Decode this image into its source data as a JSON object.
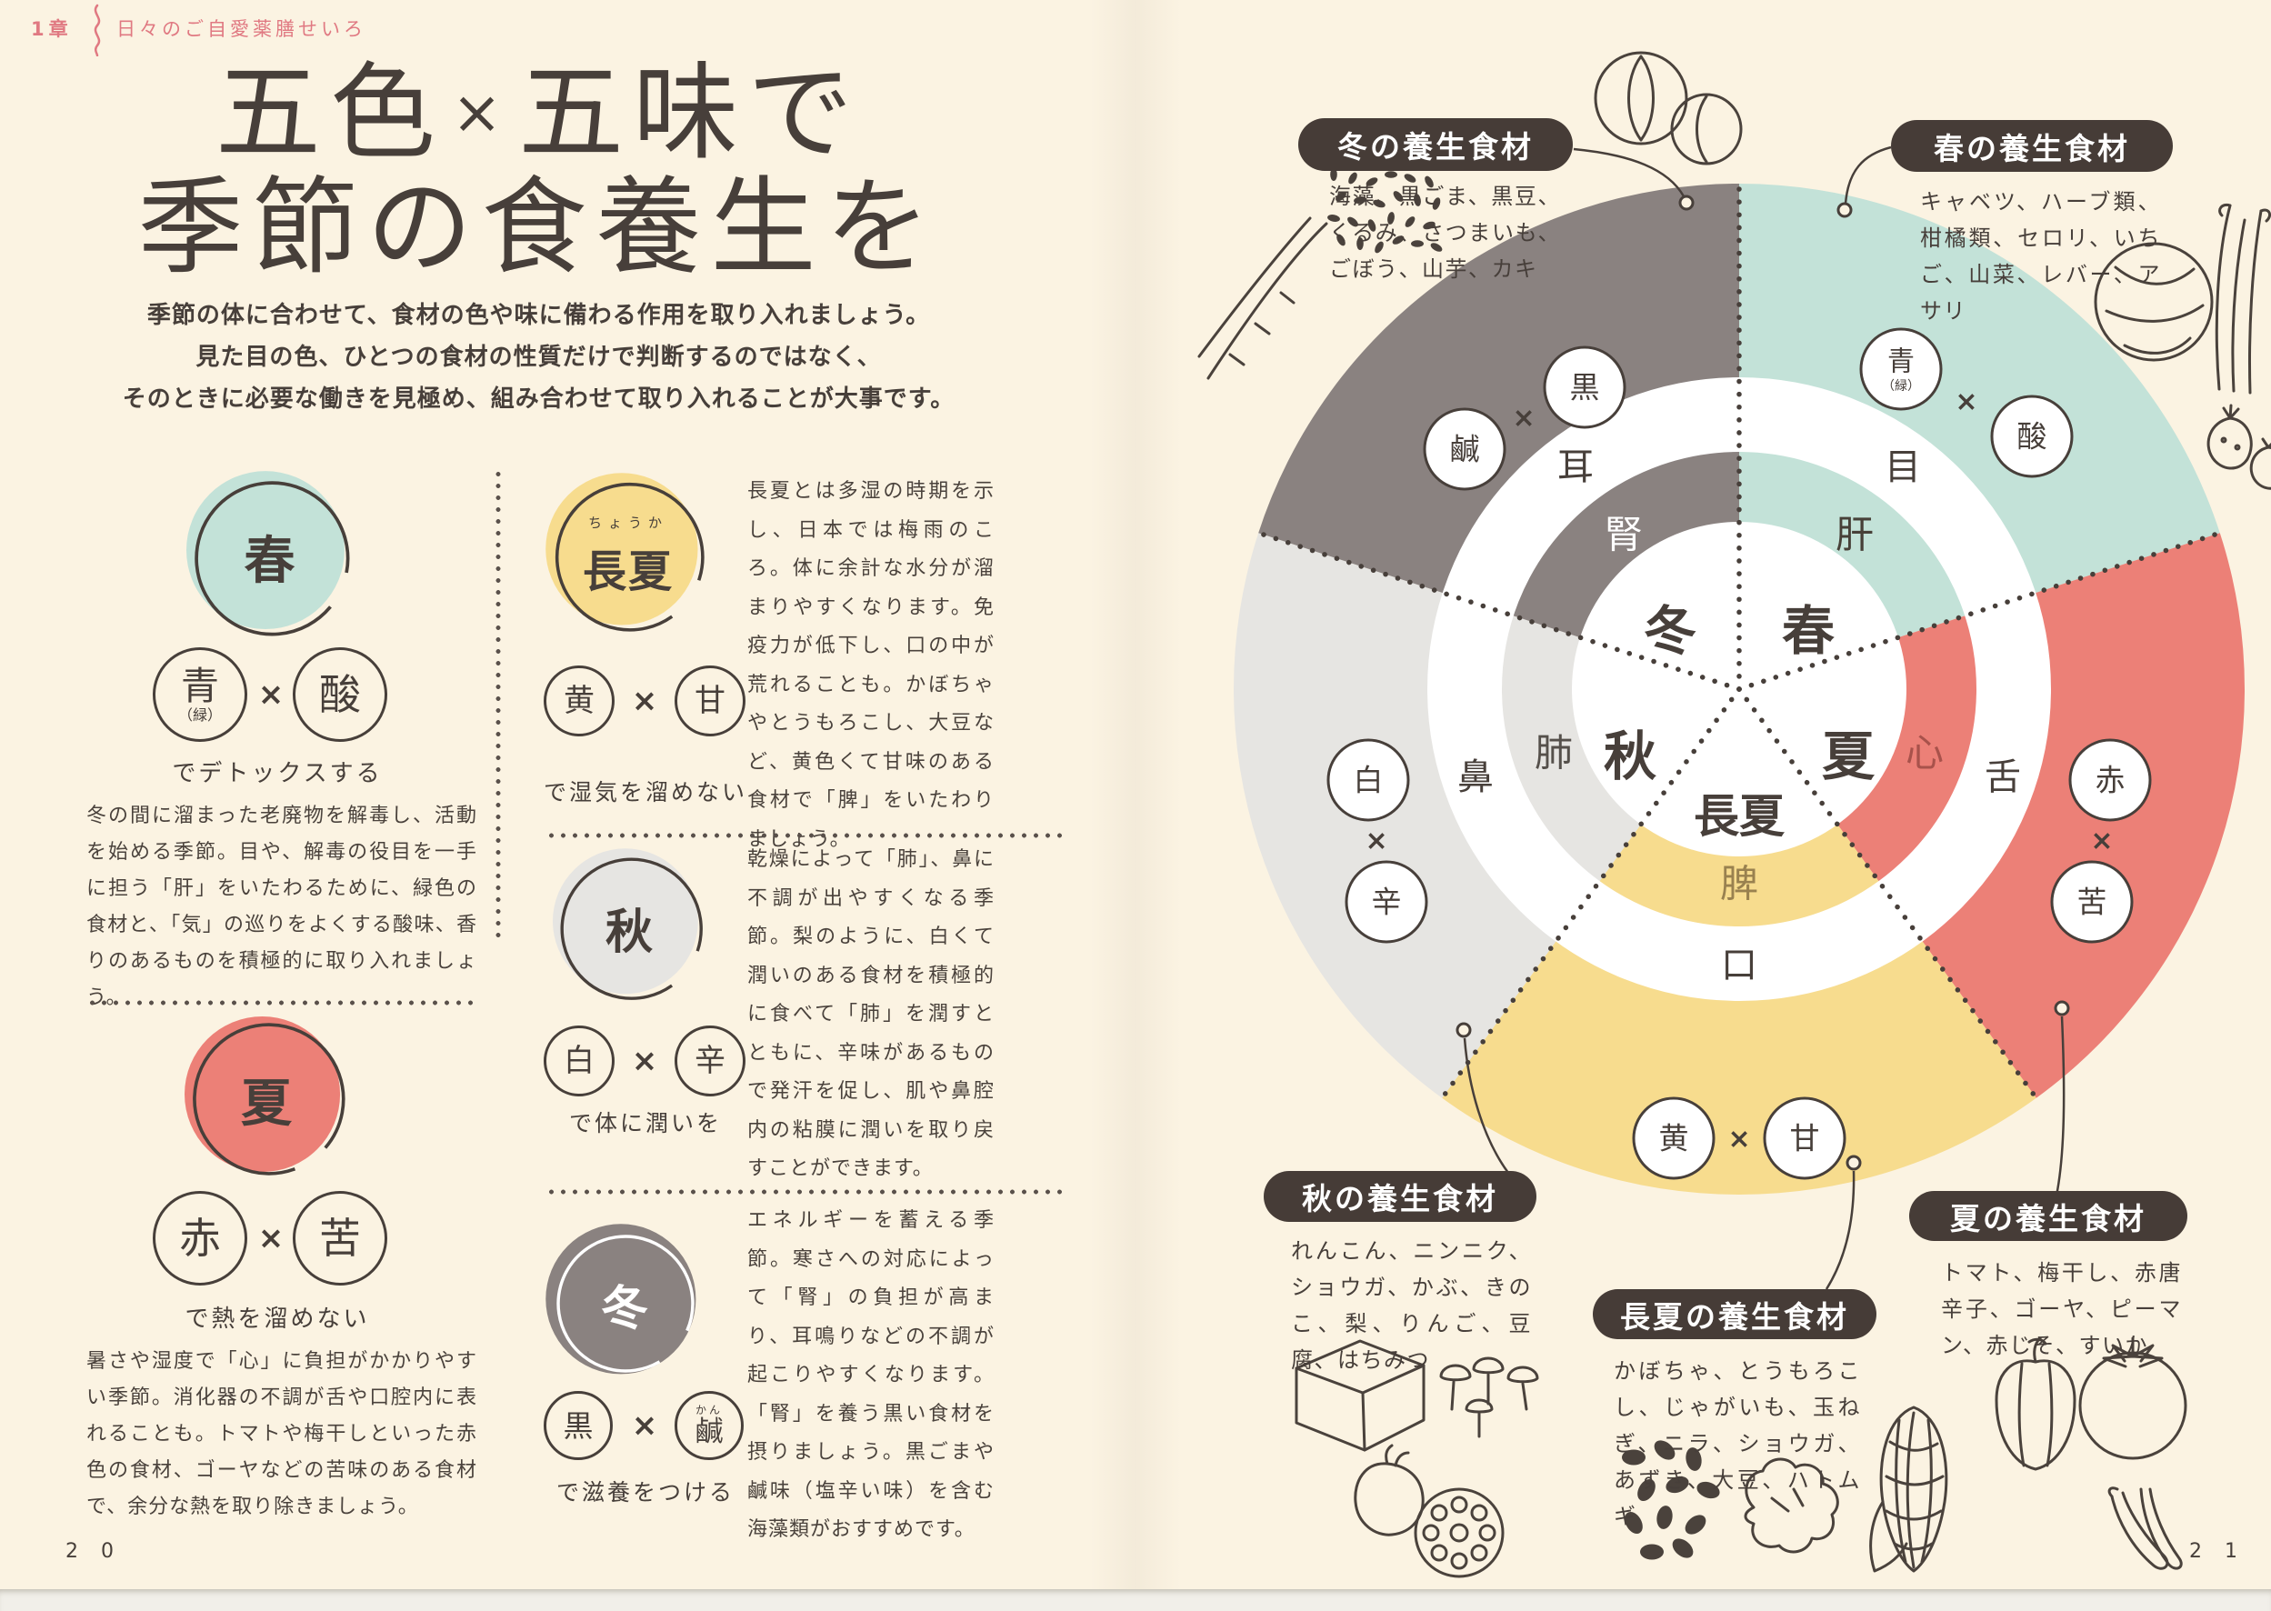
{
  "symbols": {
    "x": "×"
  },
  "palette": {
    "background": "#fbf3e2",
    "ink": "#473f3a",
    "pink": "#e07982",
    "pill_dark": "#463c37",
    "spring_teal": "#c3e2d8",
    "summer_red": "#ec8077",
    "choka_yellow": "#f7dc8e",
    "autumn_grey": "#e6e5e2",
    "winter_grey": "#8a8280"
  },
  "header": {
    "chapter": "1章",
    "series": "日々のご自愛薬膳せいろ"
  },
  "left_page": {
    "title": {
      "a": "五色",
      "x": "×",
      "b": "五味で",
      "line2": "季節の食養生を"
    },
    "intro": [
      "季節の体に合わせて、食材の色や味に備わる作用を取り入れましょう。",
      "見た目の色、ひとつの食材の性質だけで判断するのではなく、",
      "そのときに必要な働きを見極め、組み合わせて取り入れることが大事です。"
    ],
    "sections": {
      "spring": {
        "season": "春",
        "color_char": "青",
        "color_note": "（緑）",
        "taste_char": "酸",
        "effect": "でデトックスする",
        "desc": "冬の間に溜まった老廃物を解毒し、活動を始める季節。目や、解毒の役目を一手に担う「肝」をいたわるために、緑色の食材と、「気」の巡りをよくする酸味、香りのあるものを積極的に取り入れましょう。"
      },
      "summer": {
        "season": "夏",
        "color_char": "赤",
        "taste_char": "苦",
        "effect": "で熱を溜めない",
        "desc": "暑さや湿度で「心」に負担がかかりやすい季節。消化器の不調が舌や口腔内に表れることも。トマトや梅干しといった赤色の食材、ゴーヤなどの苦味のある食材で、余分な熱を取り除きましょう。"
      },
      "choka": {
        "season": "長夏",
        "furigana": "ちょうか",
        "color_char": "黄",
        "taste_char": "甘",
        "effect": "で湿気を溜めない",
        "desc": "長夏とは多湿の時期を示し、日本では梅雨のころ。体に余計な水分が溜まりやすくなります。免疫力が低下し、口の中が荒れることも。かぼちゃやとうもろこし、大豆など、黄色くて甘味のある食材で「脾」をいたわりましょう。"
      },
      "autumn": {
        "season": "秋",
        "color_char": "白",
        "taste_char": "辛",
        "effect": "で体に潤いを",
        "desc": "乾燥によって「肺」、鼻に不調が出やすくなる季節。梨のように、白くて潤いのある食材を積極的に食べて「肺」を潤すとともに、辛味があるもので発汗を促し、肌や鼻腔内の粘膜に潤いを取り戻すことができます。"
      },
      "winter": {
        "season": "冬",
        "color_char": "黒",
        "taste_char": "鹹",
        "taste_furigana": "かん",
        "effect": "で滋養をつける",
        "desc": "エネルギーを蓄える季節。寒さへの対応によって「腎」の負担が高まり、耳鳴りなどの不調が起こりやすくなります。「腎」を養う黒い食材を摂りましょう。黒ごまや鹹味（塩辛い味）を含む海藻類がおすすめです。"
      }
    },
    "page_number": "2 0"
  },
  "right_page": {
    "wheel": {
      "sectors": [
        {
          "key": "spring",
          "season": "春",
          "organ": "肝",
          "sense": "目",
          "color_char": "青",
          "color_note": "（緑）",
          "taste_char": "酸",
          "fill": "#c3e2d8",
          "organ_color": "#474038"
        },
        {
          "key": "summer",
          "season": "夏",
          "organ": "心",
          "sense": "舌",
          "color_char": "赤",
          "taste_char": "苦",
          "fill": "#ec8077",
          "organ_color": "#a8524b"
        },
        {
          "key": "choka",
          "season": "長夏",
          "organ": "脾",
          "sense": "口",
          "color_char": "黄",
          "taste_char": "甘",
          "fill": "#f7dc8e",
          "organ_color": "#99814f"
        },
        {
          "key": "autumn",
          "season": "秋",
          "organ": "肺",
          "sense": "鼻",
          "color_char": "白",
          "taste_char": "辛",
          "fill": "#e6e5e2",
          "organ_color": "#55504b"
        },
        {
          "key": "winter",
          "season": "冬",
          "organ": "腎",
          "sense": "耳",
          "color_char": "黒",
          "taste_char": "鹹",
          "fill": "#8a8280",
          "organ_color": "#ffffff"
        }
      ]
    },
    "food_labels": {
      "winter": {
        "title": "冬の養生食材",
        "items": "海藻、黒ごま、黒豆、くるみ、さつまいも、ごぼう、山芋、カキ"
      },
      "spring": {
        "title": "春の養生食材",
        "items": "キャベツ、ハーブ類、柑橘類、セロリ、いちご、山菜、レバー、アサリ"
      },
      "autumn": {
        "title": "秋の養生食材",
        "items": "れんこん、ニンニク、ショウガ、かぶ、きのこ、梨、りんご、豆腐、はちみつ"
      },
      "choka": {
        "title": "長夏の養生食材",
        "items": "かぼちゃ、とうもろこし、じゃがいも、玉ねぎ、ニラ、ショウガ、あずき、大豆、ハトムギ"
      },
      "summer": {
        "title": "夏の養生食材",
        "items": "トマト、梅干し、赤唐辛子、ゴーヤ、ピーマン、赤じそ、すいか"
      }
    },
    "page_number": "2 1"
  }
}
